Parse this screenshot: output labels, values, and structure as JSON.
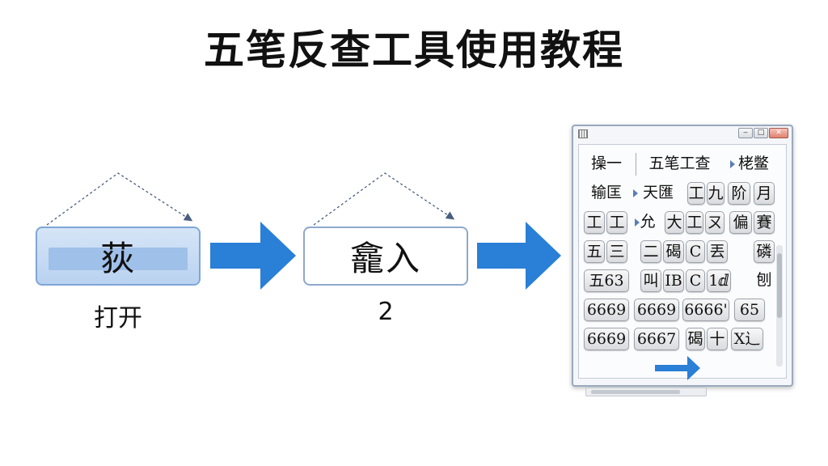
{
  "title": "五笔反查工具使用教程",
  "steps": [
    {
      "box_text": "荻",
      "label": "打开"
    },
    {
      "box_text": "龕入",
      "label": "2"
    }
  ],
  "colors": {
    "arrow": "#2a7fd6",
    "connector": "#4a5f7f"
  },
  "window": {
    "title_icon": "window-grid-icon",
    "controls": {
      "minimize": "‒",
      "maximize": "□",
      "close": "✕"
    },
    "rows": [
      [
        "操一",
        "五笔工查",
        "栳鳖"
      ],
      [
        "输匡",
        "天匯",
        "工",
        "九",
        "阶",
        "月"
      ],
      [
        "工",
        "工",
        "允",
        "大",
        "工",
        "ㄡ",
        "偏",
        "賽"
      ],
      [
        "五",
        "三",
        "二",
        "碣",
        "C",
        "丟",
        "磷"
      ],
      [
        "五63",
        "叫",
        "IB",
        "C",
        "1ⅆ",
        "刨"
      ],
      [
        "6669",
        "6669",
        "6666'",
        "65"
      ],
      [
        "6669",
        "6667",
        "碣",
        "十",
        "X⻌"
      ]
    ]
  }
}
